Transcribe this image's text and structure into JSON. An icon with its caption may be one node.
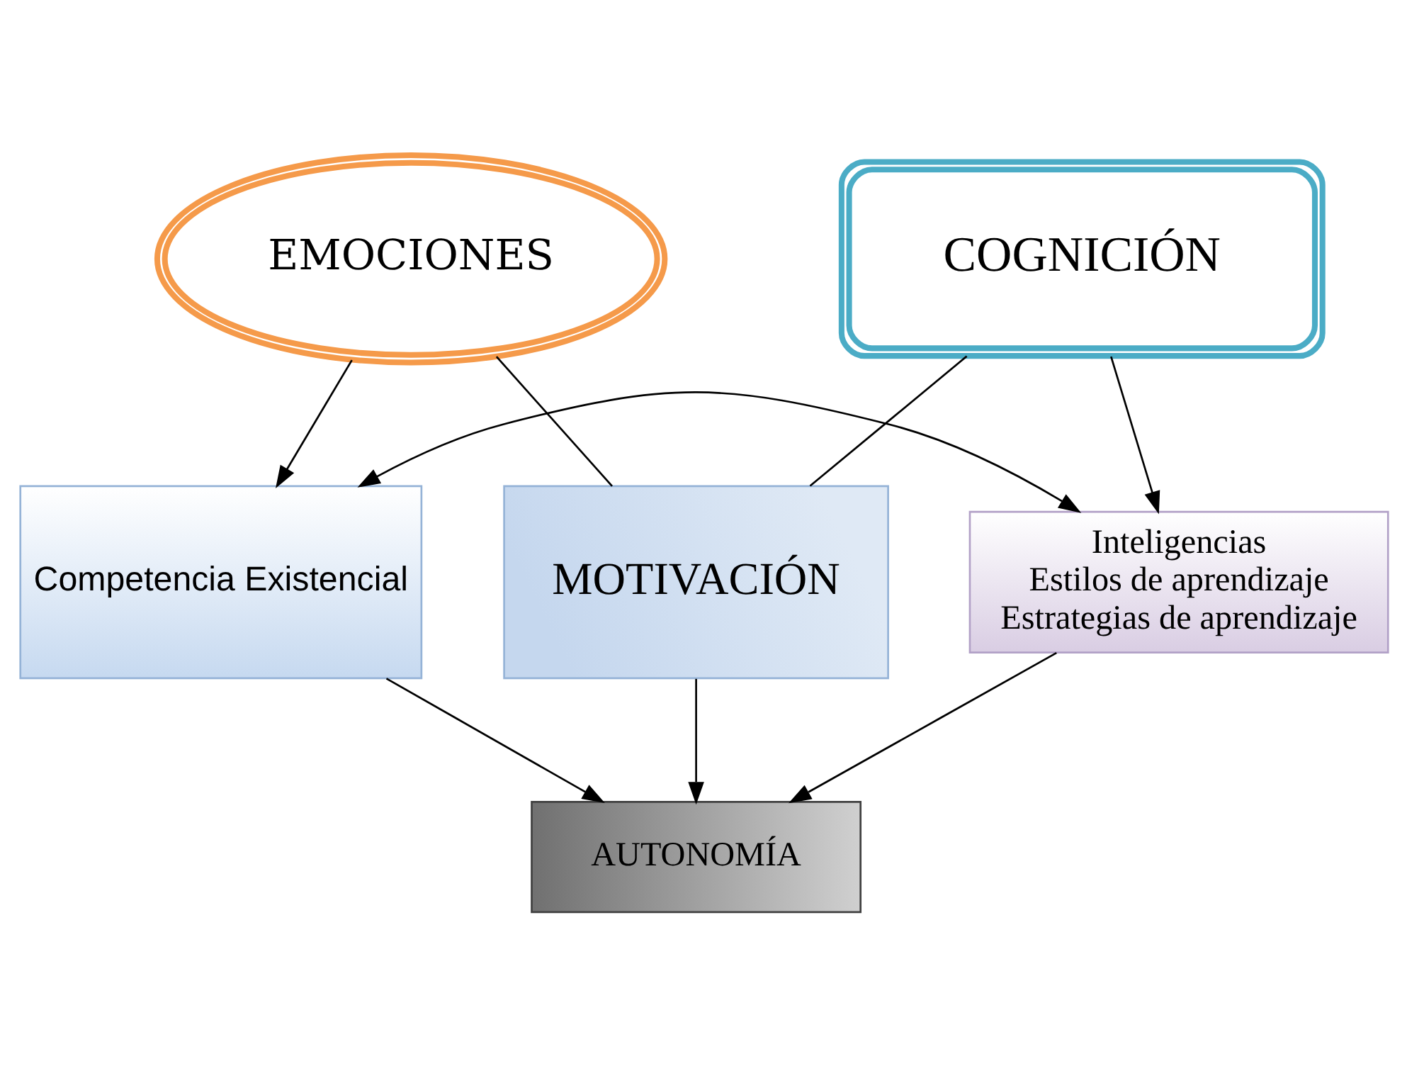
{
  "diagram": {
    "nodes": [
      {
        "text": [
          "EMOCIONES"
        ]
      },
      {
        "text": [
          "COGNICIÓN"
        ]
      },
      {
        "text": [
          "MOTIVACIÓN"
        ]
      },
      {
        "text": [
          "Inteligencias",
          "Estilos de aprendizaje",
          "Estrategias de aprendizaje"
        ]
      },
      {
        "text": [
          "Competencia Existencial"
        ]
      },
      {
        "text": [
          "AUTONOMÍA"
        ]
      }
    ],
    "edges": [
      {
        "from": 0,
        "to": 4,
        "arrow": "to"
      },
      {
        "from": 0,
        "to": 2,
        "arrow": "none"
      },
      {
        "from": 1,
        "to": 2,
        "arrow": "none"
      },
      {
        "from": 1,
        "to": 3,
        "arrow": "to"
      },
      {
        "from": 4,
        "to": 3,
        "arrow": "both"
      },
      {
        "from": 2,
        "to": 5,
        "arrow": "to"
      },
      {
        "from": 4,
        "to": 5,
        "arrow": "to"
      },
      {
        "from": 3,
        "to": 5,
        "arrow": "to"
      }
    ]
  }
}
